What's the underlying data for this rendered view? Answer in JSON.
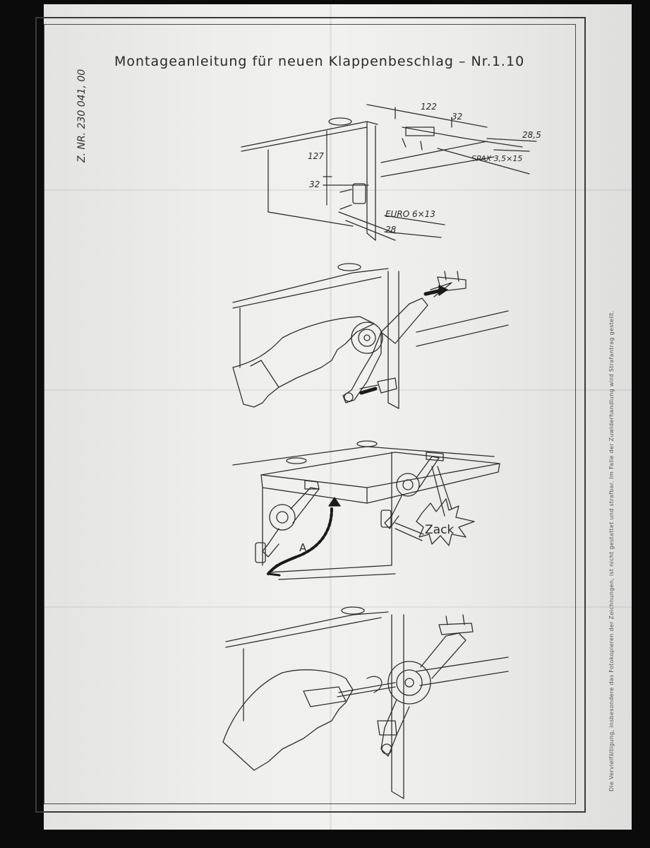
{
  "document": {
    "title": "Montageanleitung für neuen Klappenbeschlag – Nr.1.10",
    "doc_number": "Z. NR. 230 041, 00",
    "side_note": "Die Vervielfältigung, insbesondere das Fotokopieren der Zeichnungen, ist nicht gestattet und strafbar. Im Falle der Zuwiderhandlung wird Strafantrag gestellt."
  },
  "step1": {
    "dim_127": "127",
    "dim_32_side": "32",
    "dim_122": "122",
    "dim_32_top": "32",
    "dim_28_5": "28,5",
    "dim_28": "28",
    "screw_euro": "EURO 6×13",
    "screw_spax": "SPAX 3,5×15"
  },
  "step3": {
    "label_a": "A",
    "label_zack": "Zack"
  },
  "colors": {
    "paper": "#eeeeec",
    "ink": "#2a2a2a",
    "background": "#0b0b0b"
  }
}
